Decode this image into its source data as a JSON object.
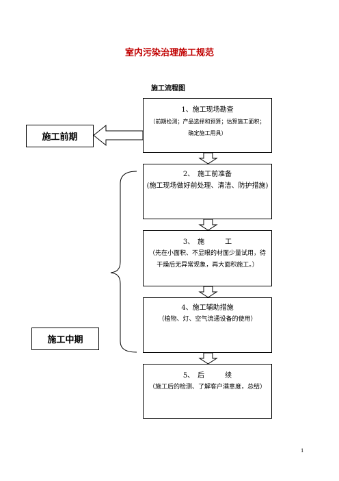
{
  "title": "室内污染治理施工规范",
  "subtitle": "施工流程图",
  "steps": [
    {
      "head": "1、施工现场勘查",
      "note": "（前期检测；产品选择和预算；估算施工面积；确定施工用具）"
    },
    {
      "head": "2、　施工前准备",
      "note": "(施工现场做好前处理、清洁、防护措施)"
    },
    {
      "head": "3、　施　　　工",
      "note": "（先在小面积、不显眼的材面少量试用，待干燥后无异常现象，再大面积施工。）"
    },
    {
      "head": "4、施工辅助措施",
      "note": "（植物、灯、空气流通设备的使用）"
    },
    {
      "head": "5、　后　　　续",
      "note": "（施工后的检测、了解客户满意度，总结）"
    }
  ],
  "phases": {
    "early": "施工前期",
    "middle": "施工中期"
  },
  "page_number": "1"
}
